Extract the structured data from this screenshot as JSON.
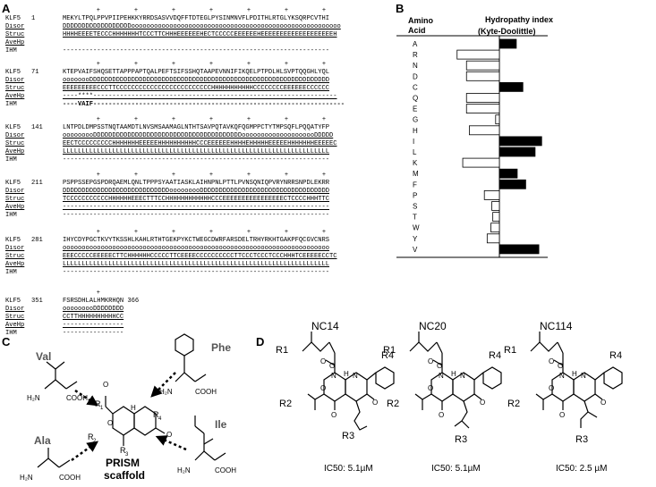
{
  "panel_a": {
    "letter": "A",
    "blocks": [
      {
        "plus_line": "         +         +         +         +         +         +         +",
        "rows": [
          {
            "label": "KLF5",
            "num": "1",
            "seq": "MEKYLTPQLPPVPIIPEHKKYRRDSASVVDQFFTDTEGLPYSINMNVFLPDITHLRTGLYKSQRPCVTHI",
            "ul": false
          },
          {
            "label": "Disor",
            "num": "",
            "seq": "DDDDDDDDDDDDDDDDDDooooooooooooooooooooooooooooooooooooooooooooooooooooooo",
            "ul": true
          },
          {
            "label": "Struc",
            "num": "",
            "seq": "HHHHEEEETECCCHHHHHHHTCCCTTCHHHEEEEEEHECTCCCCCEEEEEEHEEEEEEEEEEEEEEEEEEEH",
            "ul": true
          },
          {
            "label": "AveHp",
            "num": "",
            "seq": "",
            "ul": true
          },
          {
            "label": "IHM",
            "num": "",
            "seq": "----------------------------------------------------------------------",
            "ul": false
          }
        ]
      },
      {
        "plus_line": "         +         +         +         +         +         +         +",
        "rows": [
          {
            "label": "KLF5",
            "num": "71",
            "seq": "KTEPVAIFSHQSETTAPPPAPTQALPEFTSIFSSHQTAAPEVNNIFIKQELPTPDLHLSVPTQQGHLYQL",
            "ul": false
          },
          {
            "label": "Disor",
            "num": "",
            "seq": "oooooooDDDDDDDDDDDDDDDDDDDDDDDDDDDDDDDDDDDDDDDDDDDDDDDDDDDDDDDDDDDDDDD",
            "ul": true
          },
          {
            "label": "Struc",
            "num": "",
            "seq": "EEEEEEEEECCCTTCCCCCCCCCCCCCCCCCCCCCCCCCHHHHHHHHHHHCCCCCCCCEEEEEECCCCCC",
            "ul": true
          },
          {
            "label": "AveHp",
            "num": "",
            "seq": "----****----------------------------------------------------------------",
            "ul": true
          },
          {
            "label": "IHM",
            "num": "",
            "seq": "----VAIF------------------------------------------------------------------",
            "ul": false
          }
        ]
      },
      {
        "plus_line": "         +         +         +         +         +         +         +",
        "rows": [
          {
            "label": "KLF5",
            "num": "141",
            "seq": "LNTPDLDMPSSTNQTAAMDTLNVSMSAAMAGLNTHTSAVPQTAVKQFQGMPPCTYTMPSQFLPQQATYFP",
            "ul": false
          },
          {
            "label": "Disor",
            "num": "",
            "seq": "ooooooooDDDDDDDDDDDDDDDDDDDDDDDDDDDDDDDDDDDDDDDoooooooooooooooooooDDDDD",
            "ul": true
          },
          {
            "label": "Struc",
            "num": "",
            "seq": "EECTCCCCCCCCCHHHHHHHEEEEEHHHHHHHHHHCCCEEEEEEHHHHEHHHHHEEEEEHHHHHHHEEEEEC",
            "ul": true
          },
          {
            "label": "AveHp",
            "num": "",
            "seq": "LLLLLLLLLLLLLLLLLLLLLLLLLLLLLLLLLLLLLLLLLLLLLLLLLLLLLLLLLLLLLLLLLLLLLL",
            "ul": true
          },
          {
            "label": "IHM",
            "num": "",
            "seq": "----------------------------------------------------------------------",
            "ul": false
          }
        ]
      },
      {
        "plus_line": "         +         +         +         +         +         +         +",
        "rows": [
          {
            "label": "KLF5",
            "num": "211",
            "seq": "PSPPSSEPGSPDRQAEMLQNLTPPPSYAATIASKLAIHNPNLPTTLPVNSQNIQPVRYNRRSNPDLEKRR",
            "ul": false
          },
          {
            "label": "Disor",
            "num": "",
            "seq": "DDDDDDDDDDDDDDDDDDDDDDDDDDDDooooooooDDDDDDDDDDDDDDDDDDDDDDDDDDDDDDDDDD",
            "ul": true
          },
          {
            "label": "Struc",
            "num": "",
            "seq": "TCCCCCCCCCCCHHHHHHEEECTTTCCHHHHHHHHHHHHCCCEEEEEEEEEEEEEEEECTCCCCHHHTTC",
            "ul": true
          },
          {
            "label": "AveHp",
            "num": "",
            "seq": "----------------------------------------------------------------------",
            "ul": true
          },
          {
            "label": "IHM",
            "num": "",
            "seq": "----------------------------------------------------------------------",
            "ul": false
          }
        ]
      },
      {
        "plus_line": "         +         +         +         +         +         +         +",
        "rows": [
          {
            "label": "KLF5",
            "num": "281",
            "seq": "IHYCDYPGCTKVYTKSSHLKAHLRTHTGEKPYKCTWEGCDWRFARSDELTRHYRKHTGAKPFQCGVCNRS",
            "ul": false
          },
          {
            "label": "Disor",
            "num": "",
            "seq": "oooooooooooooooooooooooooooooooooooooooooooooooooooooooooooooooooooooo",
            "ul": true
          },
          {
            "label": "Struc",
            "num": "",
            "seq": "EEECCCCCEEEEECTTCHHHHHHCCCCCTTCEEEECCCCCCCCCCTTCCCTCCCTCCCHHHTCEEEEECCTC",
            "ul": true
          },
          {
            "label": "AveHp",
            "num": "",
            "seq": "LLLLLLLLLLLLLLLLLLLLLLLLLLLLLLLLLLLLLLLLLLLLLLLLLLLLLLLLLLLLLLLLLLLLLL",
            "ul": true
          },
          {
            "label": "IHM",
            "num": "",
            "seq": "----------------------------------------------------------------------",
            "ul": false
          }
        ]
      },
      {
        "plus_line": "         +",
        "rows": [
          {
            "label": "KLF5",
            "num": "351",
            "seq": "FSRSDHLALHMKRHQN",
            "tail": " 366",
            "ul": false
          },
          {
            "label": "Disor",
            "num": "",
            "seq": "ooooooooDDDDDDDD",
            "ul": true
          },
          {
            "label": "Struc",
            "num": "",
            "seq": "CCTTHHHHHHHHHHCC",
            "ul": true
          },
          {
            "label": "AveHp",
            "num": "",
            "seq": "----------------",
            "ul": true
          },
          {
            "label": "IHM",
            "num": "",
            "seq": "----------------",
            "ul": false
          }
        ]
      }
    ]
  },
  "panel_b": {
    "letter": "B",
    "col1_line1": "Amino",
    "col1_line2": "Acid",
    "col2_line1": "Hydropathy index",
    "col2_line2": "(Kyte-Doolittle)",
    "chart_data": {
      "type": "bar",
      "orientation": "horizontal",
      "categories": [
        "A",
        "R",
        "N",
        "D",
        "C",
        "Q",
        "E",
        "G",
        "H",
        "I",
        "L",
        "K",
        "M",
        "F",
        "P",
        "S",
        "T",
        "W",
        "Y",
        "V"
      ],
      "values": [
        1.8,
        -4.5,
        -3.5,
        -3.5,
        2.5,
        -3.5,
        -3.5,
        -0.4,
        -3.2,
        4.5,
        3.8,
        -3.9,
        1.9,
        2.8,
        -1.6,
        -0.8,
        -0.7,
        -0.9,
        -1.3,
        4.2
      ],
      "positive_color": "#000000",
      "negative_color": "#ffffff",
      "xlim": [
        -5,
        5
      ]
    }
  },
  "panel_c": {
    "letter": "C",
    "labels": {
      "val": "Val",
      "phe": "Phe",
      "ala": "Ala",
      "ile": "Ile",
      "scaffold_line1": "PRISM",
      "scaffold_line2": "scaffold",
      "h2n": "H₂N",
      "cooh": "COOH",
      "r1": "R",
      "r2": "R",
      "r3": "R",
      "r4": "R",
      "s1": "1",
      "s2": "2",
      "s3": "3",
      "s4": "4",
      "o": "O",
      "n": "N",
      "h": "H"
    }
  },
  "panel_d": {
    "letter": "D",
    "compounds": [
      {
        "name": "NC14",
        "ic50": "IC50: 5.1µM"
      },
      {
        "name": "NC20",
        "ic50": "IC50: 5.1µM"
      },
      {
        "name": "NC114",
        "ic50": "IC50: 2.5 µM"
      }
    ],
    "r_labels": {
      "r1": "R1",
      "r2": "R2",
      "r3": "R3",
      "r4": "R4"
    }
  }
}
